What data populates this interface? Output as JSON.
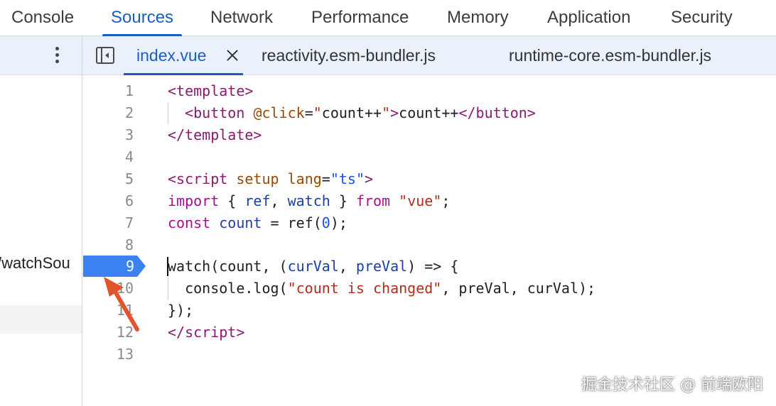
{
  "top_tabs": [
    "Console",
    "Sources",
    "Network",
    "Performance",
    "Memory",
    "Application",
    "Security"
  ],
  "active_top_tab": "Sources",
  "file_tabs": {
    "active": "index.vue",
    "other1": "reactivity.esm-bundler.js",
    "other2": "runtime-core.esm-bundler.js"
  },
  "navigator": {
    "item": "/watchSou"
  },
  "editor": {
    "line_numbers": [
      "1",
      "2",
      "3",
      "4",
      "5",
      "6",
      "7",
      "8",
      "9",
      "10",
      "11",
      "12",
      "13"
    ],
    "breakpoint_line": "9"
  },
  "watermark": "掘金技术社区 @ 前端欧阳",
  "colors": {
    "accent": "#1a5ec5",
    "breakpoint": "#3b82f0",
    "annotation_arrow": "#e2542b"
  }
}
